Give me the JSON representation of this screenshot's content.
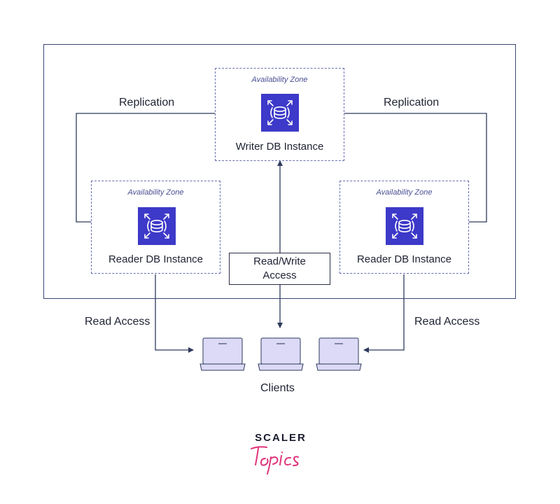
{
  "zones": {
    "writer": {
      "zone_label": "Availability Zone",
      "instance_label": "Writer DB Instance"
    },
    "reader_left": {
      "zone_label": "Availability Zone",
      "instance_label": "Reader DB Instance"
    },
    "reader_right": {
      "zone_label": "Availability Zone",
      "instance_label": "Reader DB Instance"
    }
  },
  "labels": {
    "replication_left": "Replication",
    "replication_right": "Replication",
    "rw_line1": "Read/Write",
    "rw_line2": "Access",
    "read_access_left": "Read Access",
    "read_access_right": "Read Access",
    "clients": "Clients"
  },
  "logo": {
    "brand": "SCALER",
    "script": "Topics"
  },
  "icons": {
    "db_instance": "rds-database-icon",
    "client": "laptop-icon"
  },
  "colors": {
    "line": "#2e3a5c",
    "icon_bg": "#3d39c9",
    "zone_border": "#6a6fb0",
    "laptop_fill": "#dcdaf6",
    "logo_pink": "#e0337a"
  }
}
